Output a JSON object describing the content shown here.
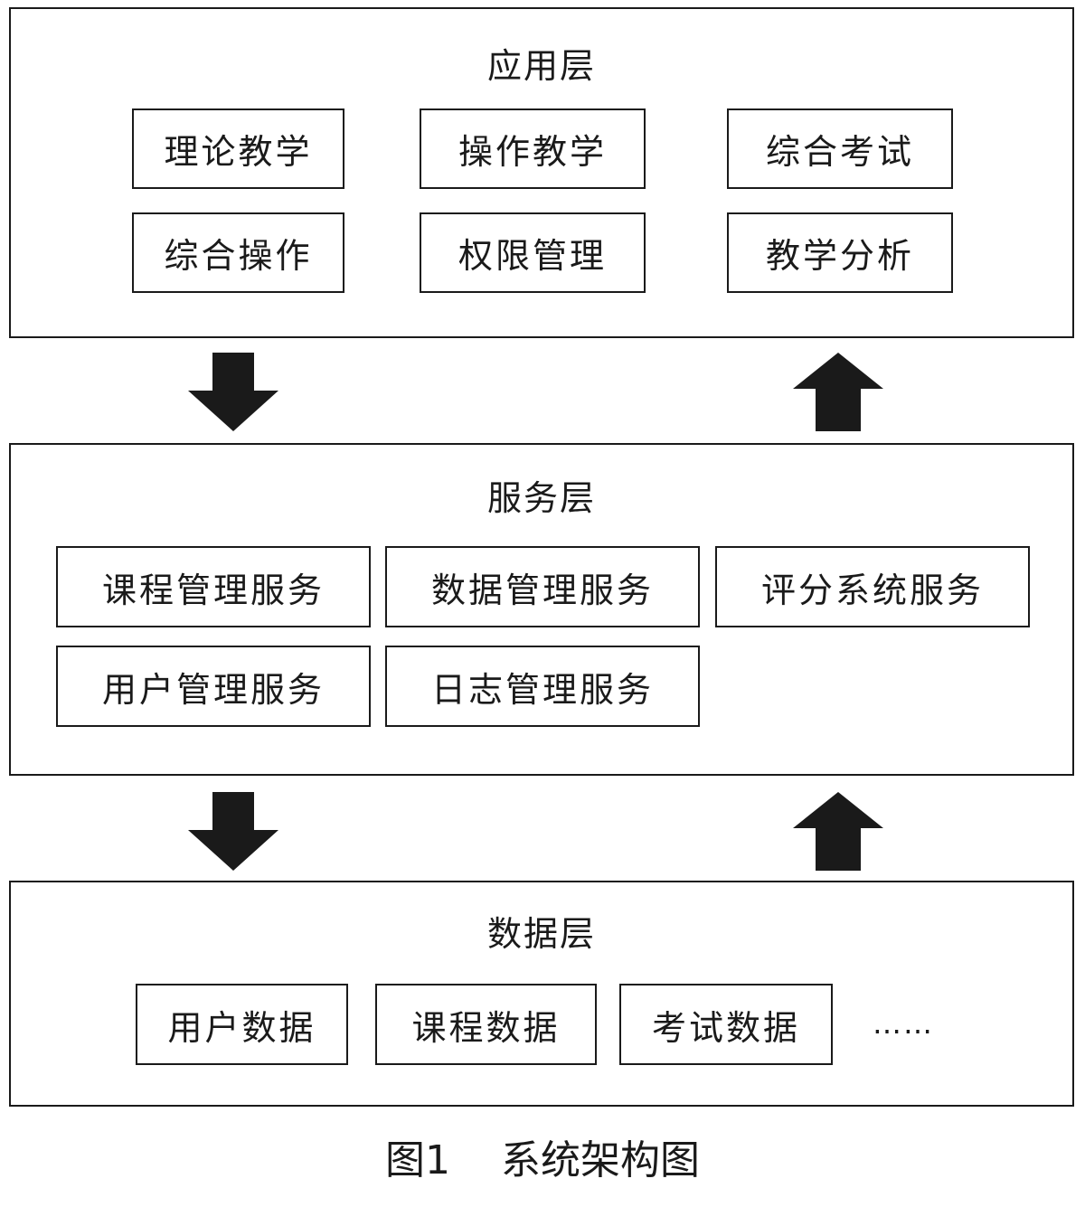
{
  "application_layer": {
    "title": "应用层",
    "modules": [
      "理论教学",
      "操作教学",
      "综合考试",
      "综合操作",
      "权限管理",
      "教学分析"
    ]
  },
  "service_layer": {
    "title": "服务层",
    "modules": [
      "课程管理服务",
      "数据管理服务",
      "评分系统服务",
      "用户管理服务",
      "日志管理服务"
    ]
  },
  "data_layer": {
    "title": "数据层",
    "modules": [
      "用户数据",
      "课程数据",
      "考试数据"
    ],
    "more": "……"
  },
  "flows": [
    {
      "from": "应用层",
      "to": "服务层",
      "direction": "down"
    },
    {
      "from": "服务层",
      "to": "应用层",
      "direction": "up"
    },
    {
      "from": "服务层",
      "to": "数据层",
      "direction": "down"
    },
    {
      "from": "数据层",
      "to": "服务层",
      "direction": "up"
    }
  ],
  "caption": {
    "label": "图1",
    "title": "系统架构图"
  },
  "colors": {
    "stroke": "#1a1a1a",
    "background": "#ffffff"
  }
}
